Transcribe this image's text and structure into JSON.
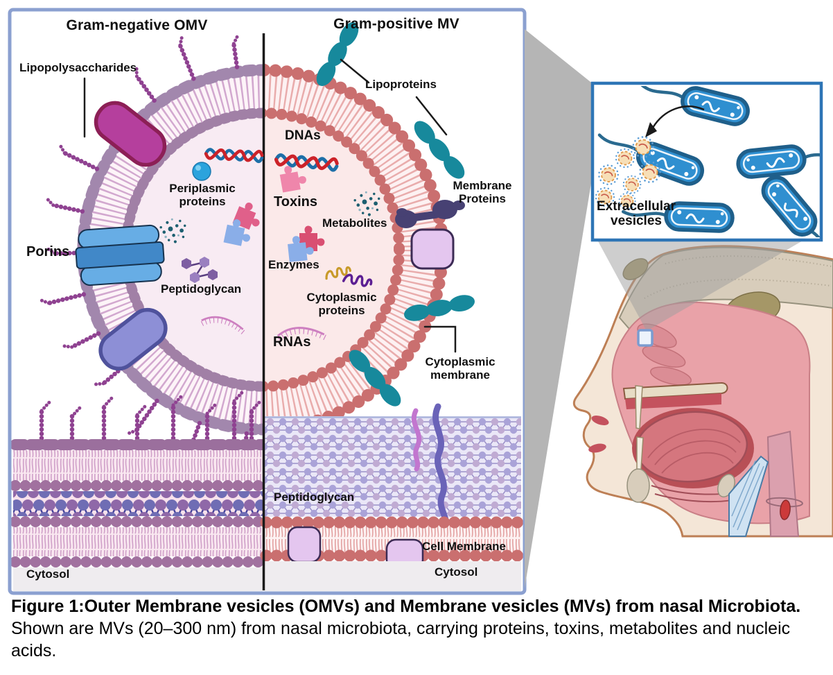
{
  "figure": {
    "left_panel_title": "Gram-negative OMV",
    "right_panel_title": "Gram-positive MV",
    "labels": {
      "lipopolysaccharides": "Lipopolysaccharides",
      "periplasmic_proteins": "Periplasmic proteins",
      "porins": "Porins",
      "peptidoglycan_left": "Peptidoglycan",
      "cytosol_left": "Cytosol",
      "lipoproteins": "Lipoproteins",
      "dnas": "DNAs",
      "toxins": "Toxins",
      "metabolites": "Metabolites",
      "membrane_proteins": "Membrane Proteins",
      "enzymes": "Enzymes",
      "cytoplasmic_proteins": "Cytoplasmic proteins",
      "rnas": "RNAs",
      "cytoplasmic_membrane": "Cytoplasmic membrane",
      "peptidoglycan_right": "Peptidoglycan",
      "cell_membrane": "Cell Membrane",
      "cytosol_right": "Cytosol"
    },
    "inset": {
      "label": "Extracellular vesicles"
    },
    "icons": {
      "dna_icon": "dna-double-helix",
      "rna_icon": "rna-strand",
      "toxin_icon": "puzzle-piece",
      "enzyme_icon": "puzzle-piece",
      "metabolite_icon": "dot-splatter",
      "lipoprotein_icon": "teal-bead-chain",
      "porin_icon": "channel-protein",
      "bacterium_icon": "rod-bacterium-with-flagellum",
      "vesicle_icon": "spiked-vesicle",
      "head_icon": "sagittal-head-cross-section"
    }
  },
  "caption": {
    "bold": "Figure 1:Outer Membrane vesicles (OMVs) and Membrane vesicles (MVs) from nasal Microbiota.",
    "regular": "Shown are MVs (20–300 nm) from nasal microbiota, carrying proteins, toxins, metabolites and nucleic acids."
  },
  "colors": {
    "panel_border": "#8ba0d0",
    "inset_border": "#2e75b6",
    "gram_negative_membrane": "#a287ad",
    "gram_positive_membrane": "#ca6f6f",
    "lipoprotein_teal": "#17899c",
    "lps_purple": "#8f4291",
    "callout_gray": "#b5b5b5",
    "interior_left": "#f8ebf3",
    "interior_right": "#fbe9e9"
  }
}
